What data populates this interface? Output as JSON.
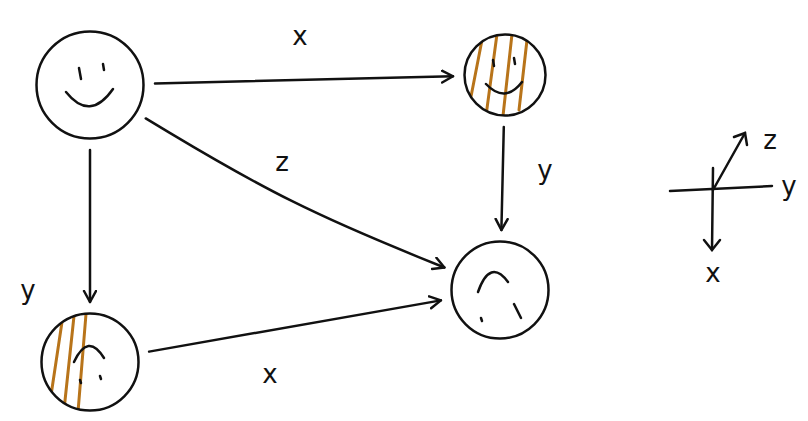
{
  "diagram": {
    "nodes": [
      {
        "text": []
      },
      {
        "text": []
      },
      {
        "text": []
      },
      {
        "text": []
      }
    ],
    "edges": [
      {
        "from": 0,
        "to": 1,
        "label": "x",
        "arrow": "to"
      },
      {
        "from": 0,
        "to": 3,
        "label": "z",
        "arrow": "to"
      },
      {
        "from": 0,
        "to": 2,
        "label": "y",
        "arrow": "to"
      },
      {
        "from": 1,
        "to": 3,
        "label": "y",
        "arrow": "to"
      },
      {
        "from": 2,
        "to": 3,
        "label": "x",
        "arrow": "to"
      }
    ],
    "labels": [
      "z",
      "y",
      "x"
    ]
  }
}
